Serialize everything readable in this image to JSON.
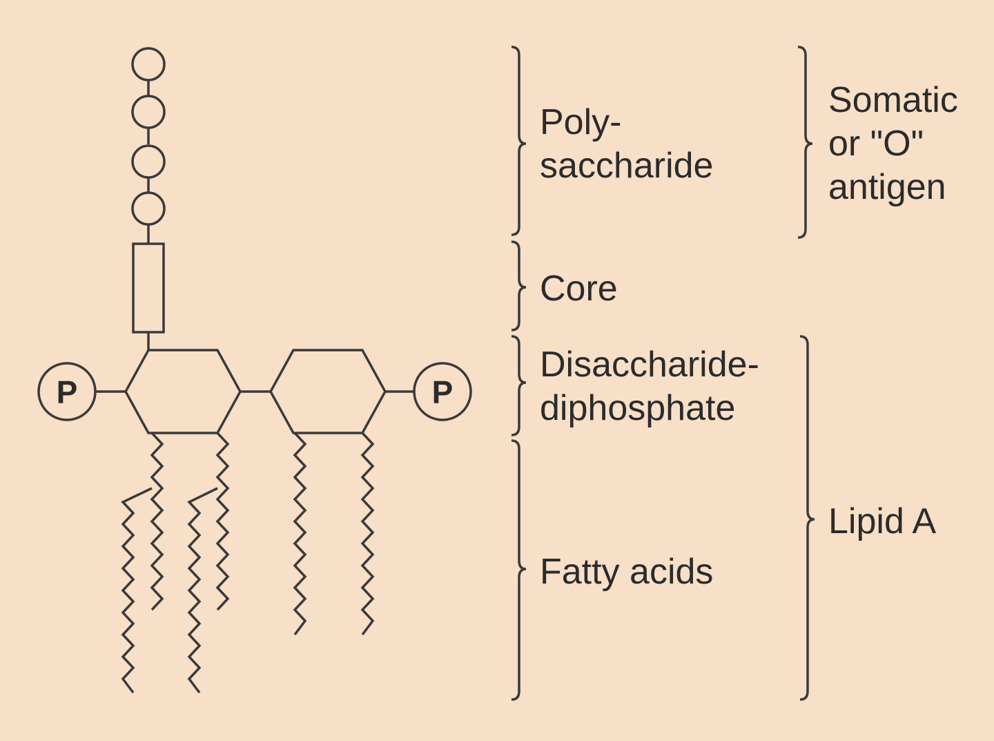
{
  "colors": {
    "background": "#f7dfc8",
    "stroke": "#3a3a3a",
    "text": "#2b2b2b"
  },
  "diagram": {
    "phosphate_left": "P",
    "phosphate_right": "P",
    "polysaccharide_units": 4,
    "fatty_acid_chains": 6
  },
  "labels": {
    "polysaccharide_line1": "Poly-",
    "polysaccharide_line2": "saccharide",
    "core": "Core",
    "disaccharide_line1": "Disaccharide-",
    "disaccharide_line2": "diphosphate",
    "fatty_acids": "Fatty acids",
    "somatic_line1": "Somatic",
    "somatic_line2": "or \"O\"",
    "somatic_line3": "antigen",
    "lipid_a": "Lipid A"
  }
}
